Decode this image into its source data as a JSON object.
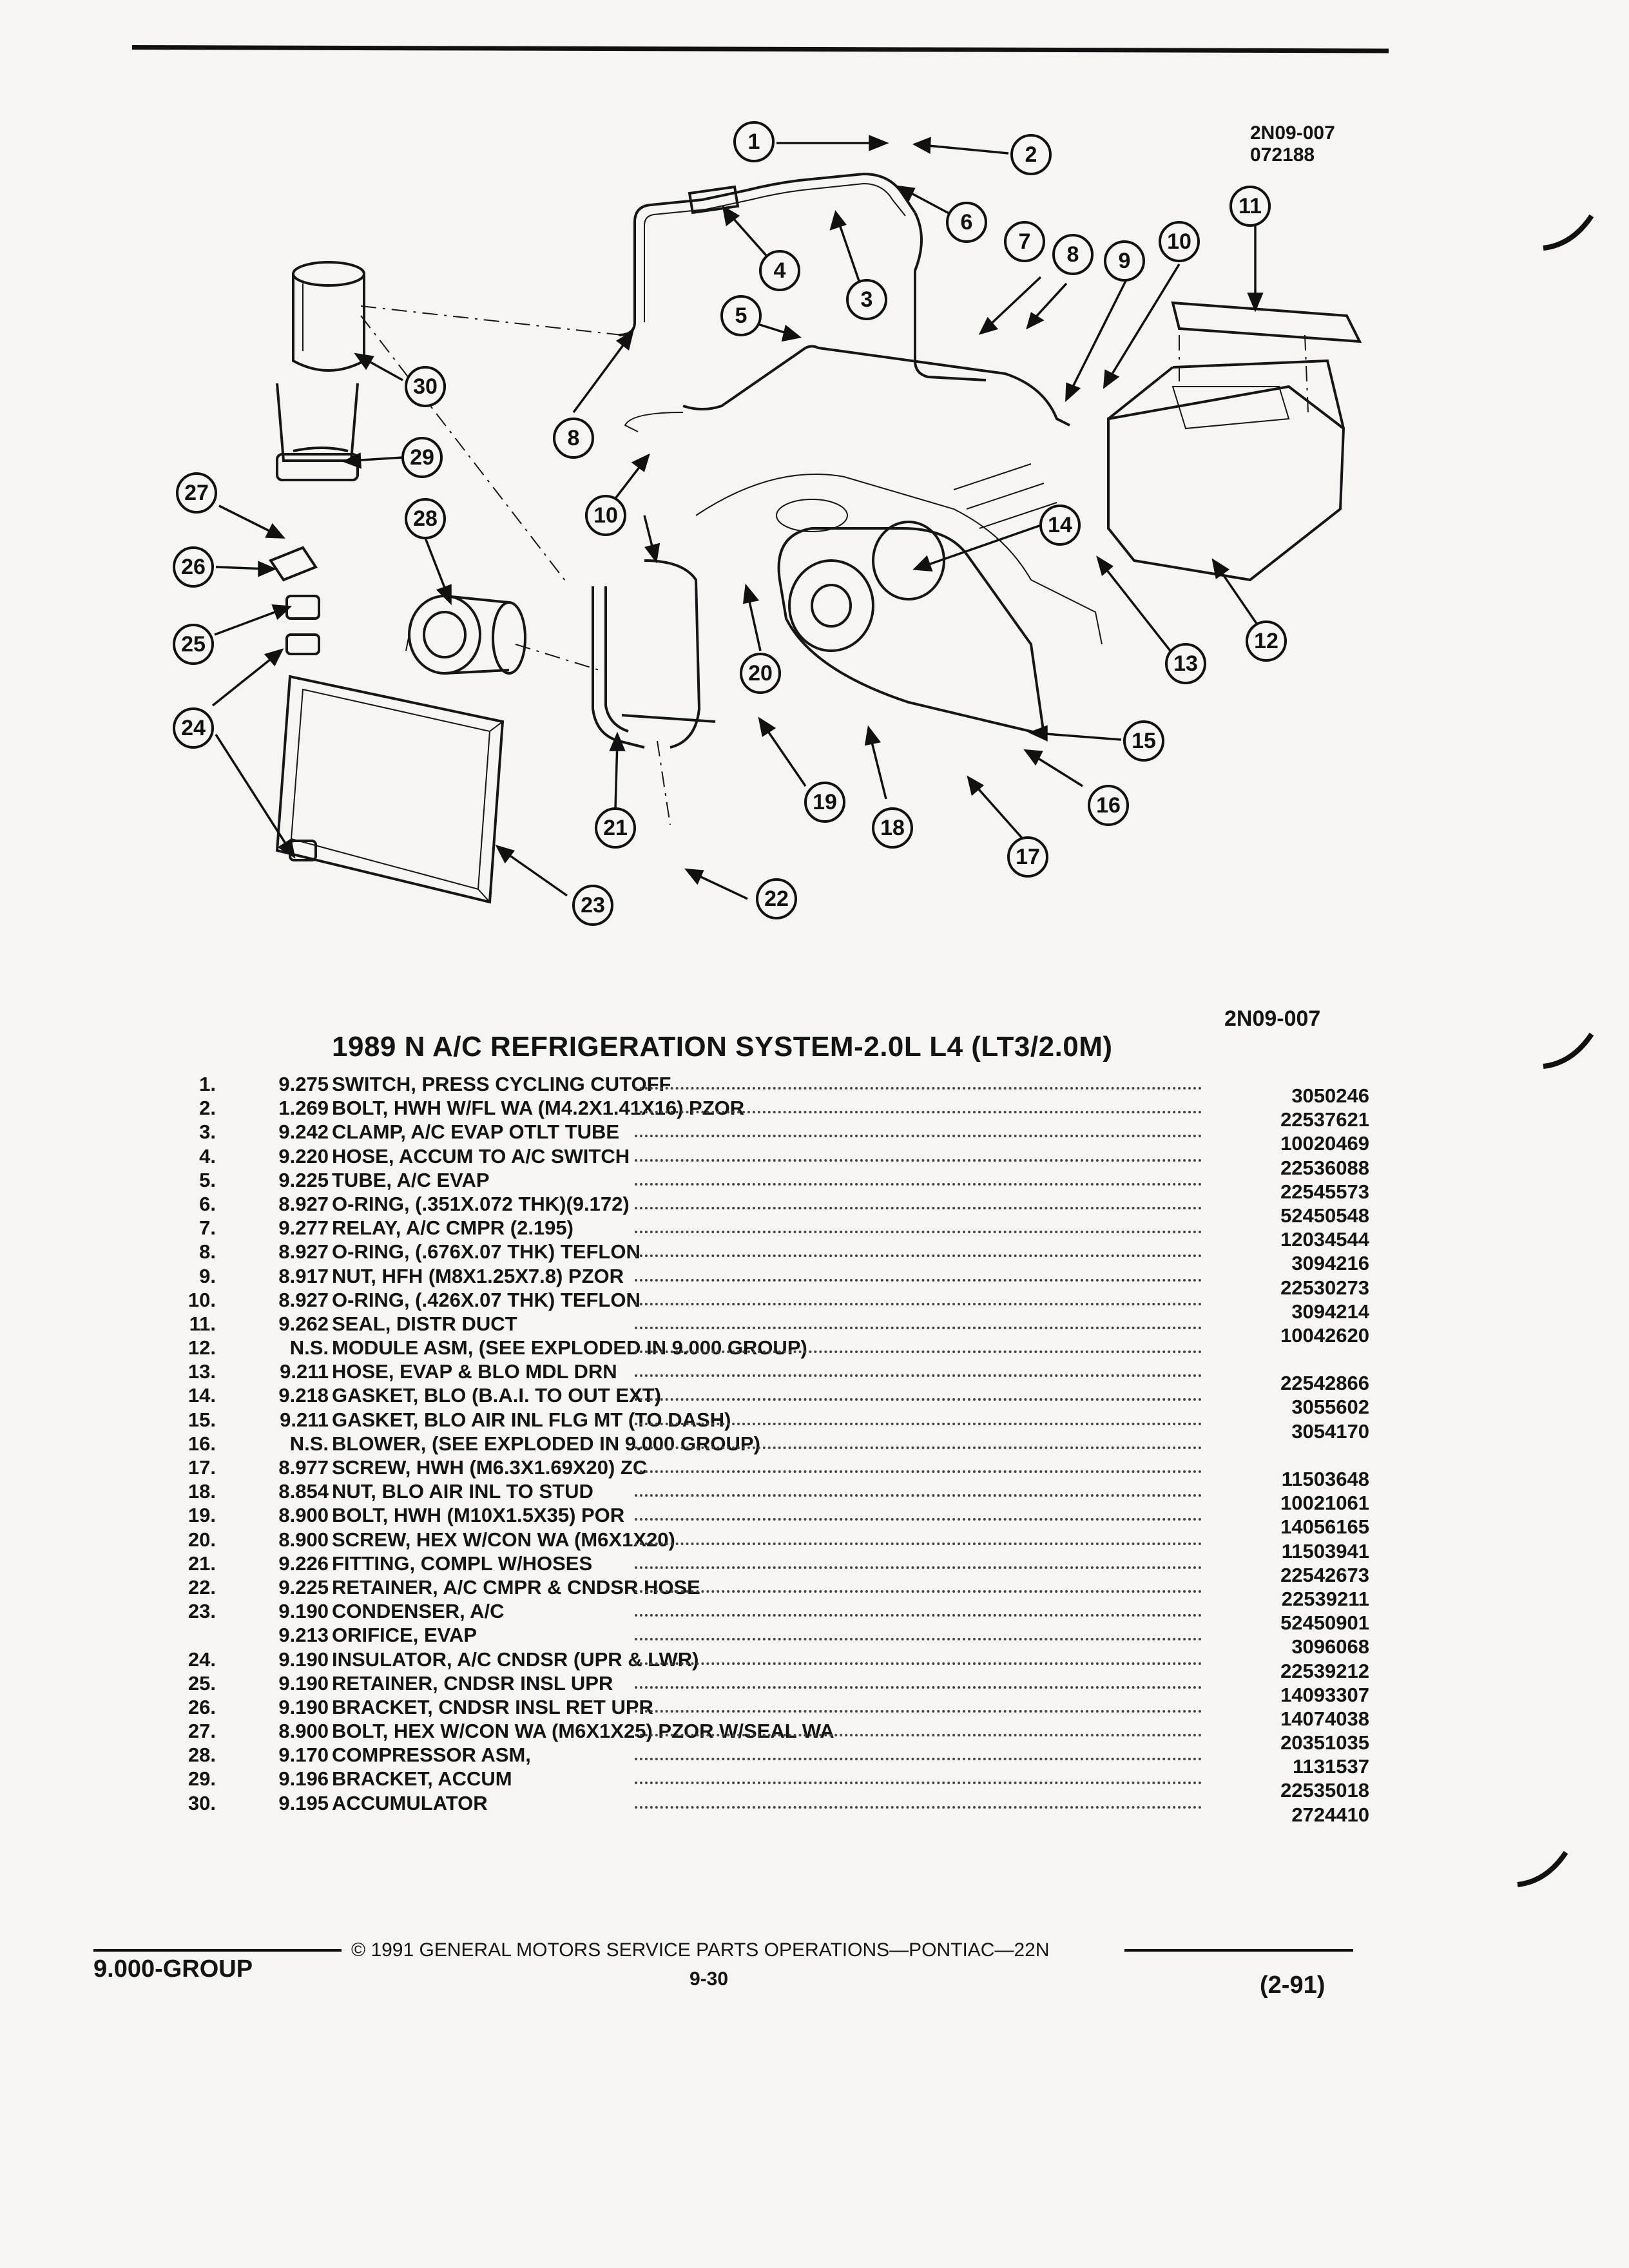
{
  "figure": {
    "id_top": "2N09-007",
    "date_code": "072188",
    "id_bottom": "2N09-007"
  },
  "title": "1989 N A/C REFRIGERATION SYSTEM-2.0L L4 (LT3/2.0M)",
  "parts": [
    {
      "idx": "1.",
      "grp": "9.275",
      "name": "SWITCH",
      "desc": ", PRESS CYCLING CUTOFF",
      "pn": "3050246"
    },
    {
      "idx": "2.",
      "grp": "1.269",
      "name": "BOLT",
      "desc": ", HWH W/FL WA (M4.2X1.41X16) PZOR",
      "pn": "22537621"
    },
    {
      "idx": "3.",
      "grp": "9.242",
      "name": "CLAMP",
      "desc": ", A/C EVAP OTLT TUBE",
      "pn": "10020469"
    },
    {
      "idx": "4.",
      "grp": "9.220",
      "name": "HOSE",
      "desc": ", ACCUM TO A/C SWITCH",
      "pn": "22536088"
    },
    {
      "idx": "5.",
      "grp": "9.225",
      "name": "TUBE",
      "desc": ", A/C EVAP",
      "pn": "22545573"
    },
    {
      "idx": "6.",
      "grp": "8.927",
      "name": "O-RING",
      "desc": ", (.351X.072 THK)(9.172)",
      "pn": "52450548"
    },
    {
      "idx": "7.",
      "grp": "9.277",
      "name": "RELAY",
      "desc": ", A/C CMPR (2.195)",
      "pn": "12034544"
    },
    {
      "idx": "8.",
      "grp": "8.927",
      "name": "O-RING",
      "desc": ", (.676X.07 THK) TEFLON",
      "pn": "3094216"
    },
    {
      "idx": "9.",
      "grp": "8.917",
      "name": "NUT",
      "desc": ", HFH (M8X1.25X7.8) PZOR",
      "pn": "22530273"
    },
    {
      "idx": "10.",
      "grp": "8.927",
      "name": "O-RING",
      "desc": ", (.426X.07 THK) TEFLON",
      "pn": "3094214"
    },
    {
      "idx": "11.",
      "grp": "9.262",
      "name": "SEAL",
      "desc": ", DISTR DUCT",
      "pn": "10042620"
    },
    {
      "idx": "12.",
      "grp": "N.S.",
      "name": "MODULE ASM",
      "desc": ", (SEE EXPLODED IN 9.000 GROUP)",
      "pn": ""
    },
    {
      "idx": "13.",
      "grp": "9.211",
      "name": "HOSE",
      "desc": ", EVAP & BLO MDL DRN",
      "pn": "22542866"
    },
    {
      "idx": "14.",
      "grp": "9.218",
      "name": "GASKET",
      "desc": ", BLO (B.A.I. TO OUT EXT)",
      "pn": "3055602"
    },
    {
      "idx": "15.",
      "grp": "9.211",
      "name": "GASKET",
      "desc": ", BLO AIR INL FLG MT (TO DASH)",
      "pn": "3054170"
    },
    {
      "idx": "16.",
      "grp": "N.S.",
      "name": "BLOWER",
      "desc": ", (SEE EXPLODED IN 9.000 GROUP)",
      "pn": ""
    },
    {
      "idx": "17.",
      "grp": "8.977",
      "name": "SCREW",
      "desc": ", HWH (M6.3X1.69X20) ZC",
      "pn": "11503648"
    },
    {
      "idx": "18.",
      "grp": "8.854",
      "name": "NUT",
      "desc": ", BLO AIR INL TO STUD",
      "pn": "10021061"
    },
    {
      "idx": "19.",
      "grp": "8.900",
      "name": "BOLT",
      "desc": ", HWH (M10X1.5X35) POR",
      "pn": "14056165"
    },
    {
      "idx": "20.",
      "grp": "8.900",
      "name": "SCREW",
      "desc": ", HEX W/CON WA (M6X1X20)",
      "pn": "11503941"
    },
    {
      "idx": "21.",
      "grp": "9.226",
      "name": "FITTING",
      "desc": ", COMPL W/HOSES",
      "pn": "22542673"
    },
    {
      "idx": "22.",
      "grp": "9.225",
      "name": "RETAINER",
      "desc": ", A/C CMPR & CNDSR HOSE",
      "pn": "22539211"
    },
    {
      "idx": "23.",
      "grp": "9.190",
      "name": "CONDENSER",
      "desc": ", A/C",
      "pn": "52450901"
    },
    {
      "idx": "",
      "grp": "9.213",
      "name": "ORIFICE",
      "desc": ", EVAP",
      "pn": "3096068"
    },
    {
      "idx": "24.",
      "grp": "9.190",
      "name": "INSULATOR",
      "desc": ", A/C CNDSR (UPR & LWR)",
      "pn": "22539212"
    },
    {
      "idx": "25.",
      "grp": "9.190",
      "name": "RETAINER",
      "desc": ", CNDSR INSL UPR",
      "pn": "14093307"
    },
    {
      "idx": "26.",
      "grp": "9.190",
      "name": "BRACKET",
      "desc": ", CNDSR INSL RET UPR",
      "pn": "14074038"
    },
    {
      "idx": "27.",
      "grp": "8.900",
      "name": "BOLT",
      "desc": ", HEX W/CON WA (M6X1X25) PZOR W/SEAL WA",
      "pn": "20351035"
    },
    {
      "idx": "28.",
      "grp": "9.170",
      "name": "COMPRESSOR ASM",
      "desc": ",",
      "pn": "1131537"
    },
    {
      "idx": "29.",
      "grp": "9.196",
      "name": "BRACKET",
      "desc": ", ACCUM",
      "pn": "22535018"
    },
    {
      "idx": "30.",
      "grp": "9.195",
      "name": "ACCUMULATOR",
      "desc": "",
      "pn": "2724410"
    }
  ],
  "callouts": [
    "1",
    "2",
    "3",
    "4",
    "5",
    "6",
    "7",
    "8",
    "8",
    "9",
    "10",
    "10",
    "11",
    "12",
    "13",
    "14",
    "15",
    "16",
    "17",
    "18",
    "19",
    "20",
    "21",
    "22",
    "23",
    "24",
    "25",
    "26",
    "27",
    "28",
    "29",
    "30"
  ],
  "footer": {
    "group": "9.000-GROUP",
    "copyright": "© 1991 GENERAL MOTORS SERVICE PARTS OPERATIONS—PONTIAC—22N",
    "page": "9-30",
    "date": "(2-91)"
  }
}
